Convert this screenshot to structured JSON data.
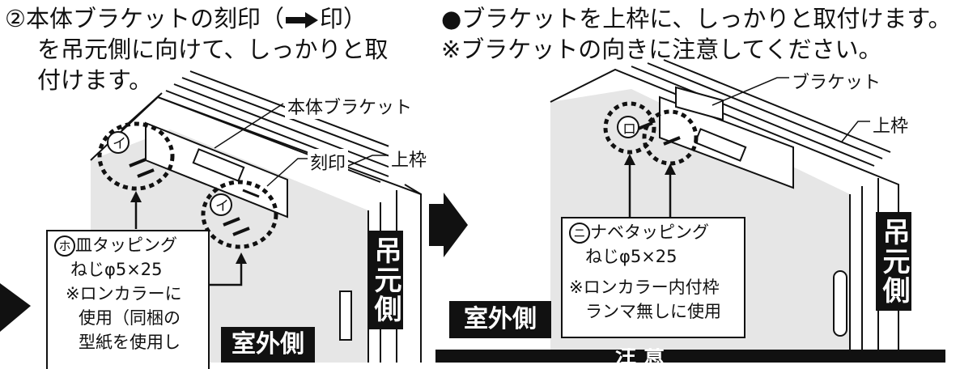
{
  "left": {
    "step_line1": "②本体ブラケットの刻印（",
    "step_mark": "印）",
    "step_line2": "を吊元側に向けて、しっかりと取",
    "step_line3": "付けます。",
    "label_bracket": "本体ブラケット",
    "label_stamp": "刻印",
    "label_upper_frame": "上枠",
    "circle_a1": "イ",
    "circle_a2": "イ",
    "note_circle": "ホ",
    "note_lines": [
      "皿タッピング",
      "ねじφ5×25",
      "※ロンカラーに",
      "使用（同梱の",
      "型紙を使用し"
    ],
    "hinge_side": "吊元側",
    "outdoor": "室外側"
  },
  "right": {
    "head_line1": "●ブラケットを上枠に、しっかりと取付けます。",
    "head_line2": "※ブラケットの向きに注意してください。",
    "label_bracket": "ブラケット",
    "label_upper_frame": "上枠",
    "circle_b": "ロ",
    "note_circle": "ニ",
    "note_lines": [
      "ナベタッピング",
      "ねじφ5×25",
      "※ロンカラー内付枠",
      "ランマ無しに使用"
    ],
    "hinge_side": "吊元側",
    "outdoor": "室外側"
  },
  "caution_text": "注 意"
}
